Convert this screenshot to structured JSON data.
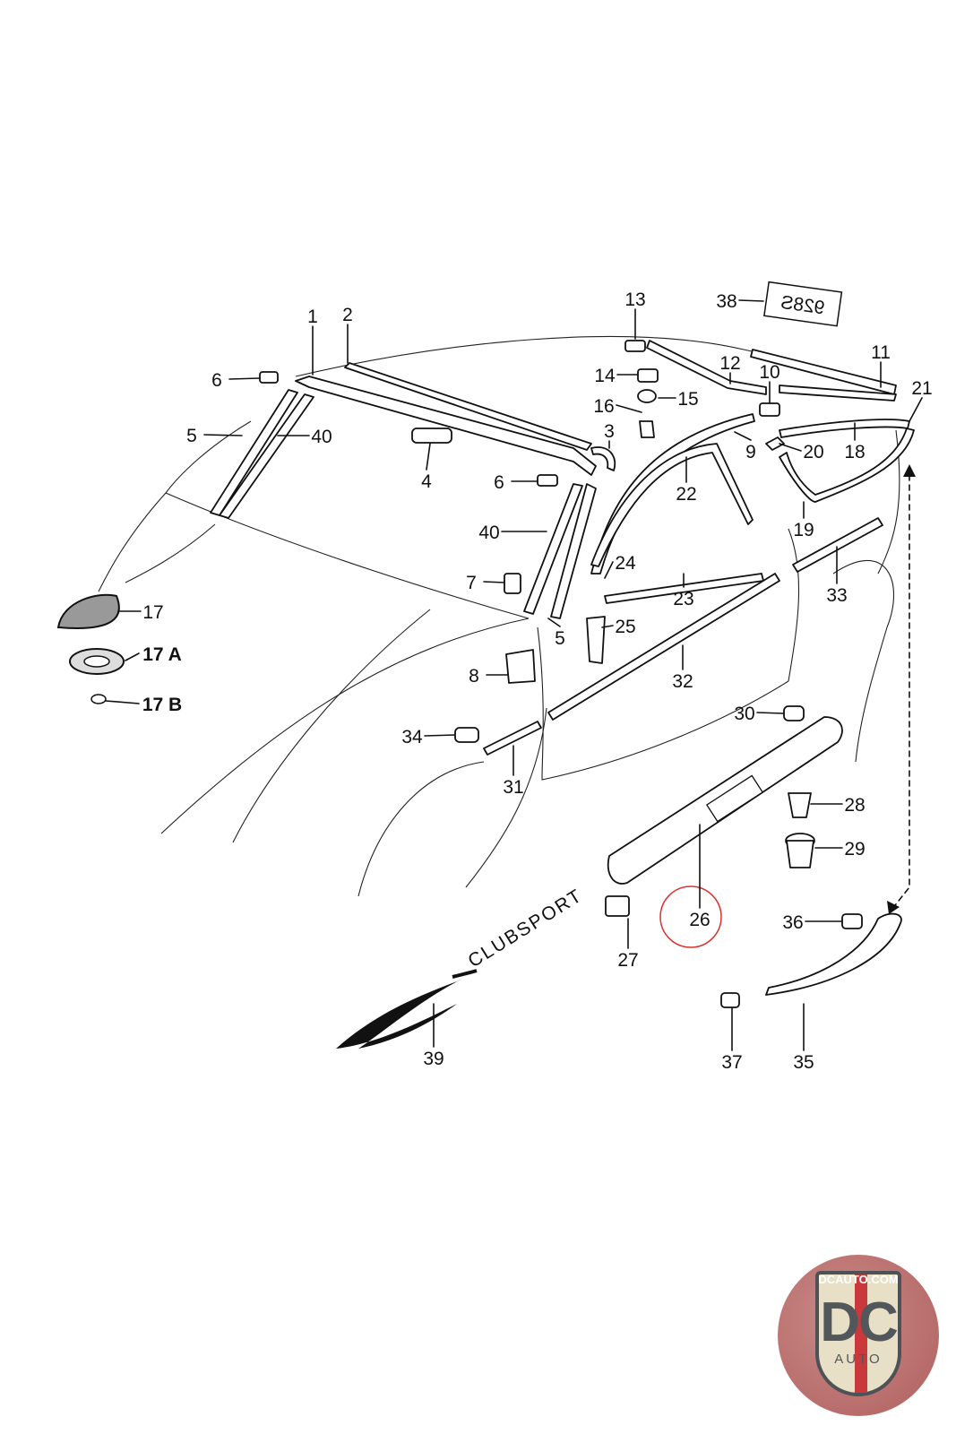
{
  "diagram": {
    "part_labels": [
      "1",
      "2",
      "13",
      "38",
      "6",
      "12",
      "11",
      "14",
      "10",
      "21",
      "16",
      "15",
      "5",
      "40",
      "3",
      "9",
      "20",
      "18",
      "4",
      "6",
      "22",
      "19",
      "40",
      "24",
      "33",
      "7",
      "23",
      "17",
      "25",
      "5",
      "17 A",
      "8",
      "32",
      "17 B",
      "30",
      "34",
      "31",
      "28",
      "29",
      "26",
      "36",
      "27",
      "39",
      "37",
      "35"
    ],
    "highlighted_part": "26",
    "highlight_color": "#d9302c",
    "badge_text": "928S",
    "decal_text": "CLUBSPORT"
  },
  "watermark": {
    "site": "DCAUTO.COM",
    "logo_text": "DC",
    "sub_text": "AUTO",
    "colors": {
      "red": "#c9383a",
      "gray": "#52575c",
      "cream": "#e7e0c6"
    }
  }
}
